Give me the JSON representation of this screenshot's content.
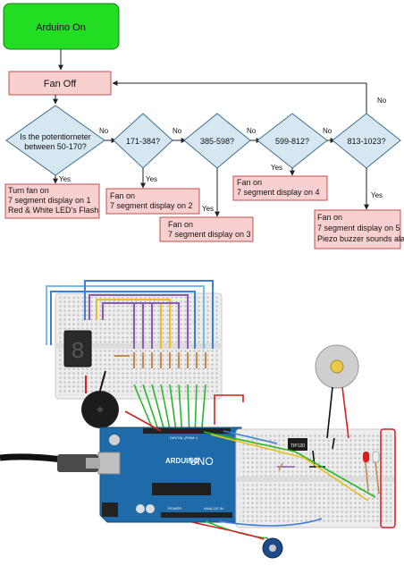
{
  "flowchart": {
    "start": "Arduino On",
    "fan_off": "Fan Off",
    "decisions": [
      {
        "lines": [
          "Is the potentiometer",
          "between 50-170?"
        ],
        "no": "No",
        "yes": "Yes"
      },
      {
        "lines": [
          "171-384?"
        ],
        "no": "No",
        "yes": "Yes"
      },
      {
        "lines": [
          "385-598?"
        ],
        "no": "No",
        "yes": "Yes"
      },
      {
        "lines": [
          "599-812?"
        ],
        "no": "No",
        "yes": "Yes"
      },
      {
        "lines": [
          "813-1023?"
        ],
        "no": "No",
        "yes": "Yes"
      }
    ],
    "actions": [
      {
        "lines": [
          "Turn fan on",
          "7 segment display on 1",
          "Red & White LED's Flash"
        ]
      },
      {
        "lines": [
          "Fan on",
          "7 segment display on 2"
        ]
      },
      {
        "lines": [
          "Fan on",
          "7 segment display on 3"
        ]
      },
      {
        "lines": [
          "Fan on",
          "7 segment display on 4"
        ]
      },
      {
        "lines": [
          "Fan on",
          "7 segment display on 5",
          "Piezo buzzer sounds alarm"
        ]
      }
    ]
  },
  "circuit": {
    "display_digit": "8",
    "arduino_brand": "ARDUINO",
    "arduino_model": "UNO",
    "digital_label": "DIGITAL (PWM~)",
    "power_label": "POWER",
    "analog_label": "ANALOG IN",
    "transistor_label": "TIP120",
    "colors": {
      "start_fill": "#22dd22",
      "box_fill": "#f9d0d0",
      "box_stroke": "#c0504d",
      "diamond_fill": "#d6e7f2",
      "diamond_stroke": "#3c6d8f",
      "arduino_blue": "#1f6aa8",
      "wire_green": "#2bb52b",
      "wire_red": "#d42020",
      "wire_blue": "#3d7fd6",
      "wire_purple": "#8a5cb0",
      "wire_yellow": "#e8c020"
    }
  }
}
